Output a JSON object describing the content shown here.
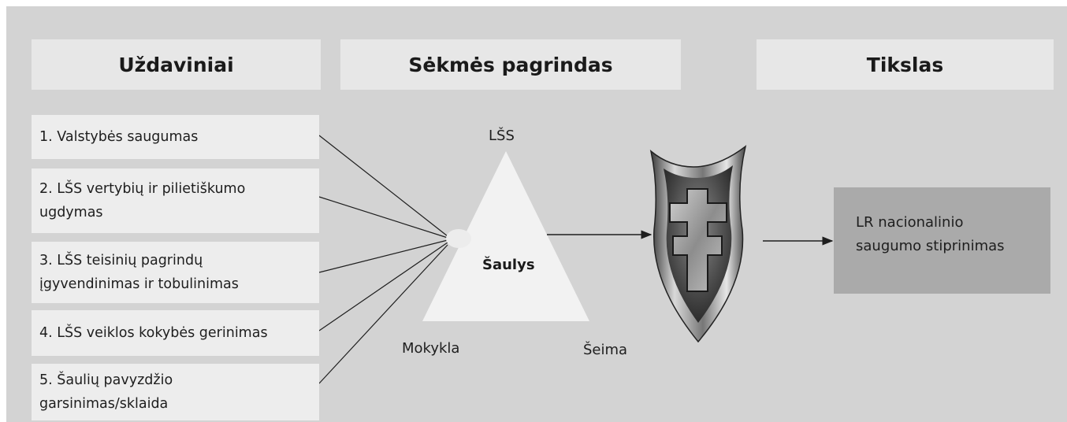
{
  "headers": {
    "tasks": "Uždaviniai",
    "foundation": "Sėkmės pagrindas",
    "goal": "Tikslas"
  },
  "tasks": [
    "1. Valstybės saugumas",
    "2. LŠS vertybių ir pilietiškumo ugdymas",
    "3.  LŠS teisinių pagrindų įgyvendinimas ir tobulinimas",
    "4.  LŠS veiklos kokybės gerinimas",
    "5.  Šaulių pavyzdžio garsinimas/sklaida"
  ],
  "triangle": {
    "top": "LŠS",
    "center": "Šaulys",
    "bottom_left": "Mokykla",
    "bottom_right": "Šeima"
  },
  "goal": "LR nacionalinio saugumo stiprinimas",
  "colors": {
    "background": "#d3d3d3",
    "header_box": "#e7e7e7",
    "task_box": "#ededed",
    "goal_box": "#aaaaaa",
    "triangle": "#f2f2f2",
    "connector": "#1e1e1e"
  },
  "icons": [
    "shield-with-double-cross-icon"
  ]
}
